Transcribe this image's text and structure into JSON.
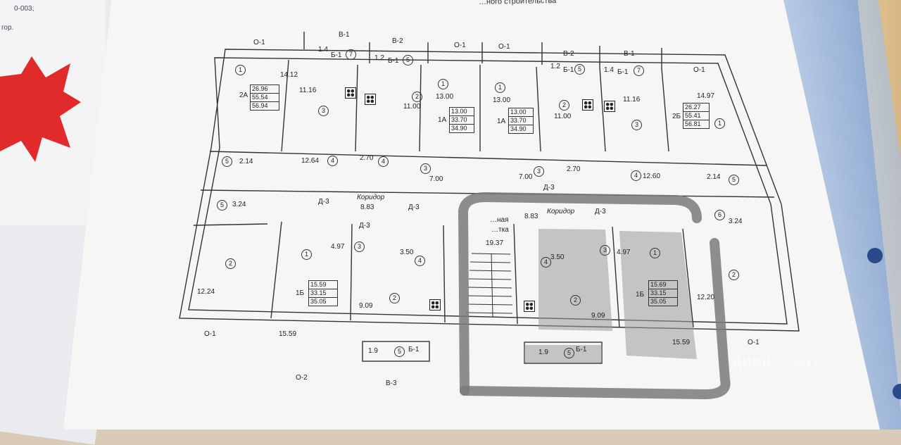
{
  "header": {
    "title": "…ного строительства"
  },
  "left_stack": {
    "note1": "0-003;",
    "note2": "гор."
  },
  "axes": {
    "top": [
      "О-1",
      "В-1",
      "В-2",
      "О-1",
      "О-1",
      "В-2",
      "В-1",
      "О-1"
    ],
    "bottom": [
      "О-1",
      "О-2",
      "В-3",
      "О-1"
    ]
  },
  "balconies": [
    {
      "area": "1.4",
      "code": "Б-1",
      "num": "7"
    },
    {
      "area": "1.2",
      "code": "Б-1",
      "num": "5"
    },
    {
      "area": "1.2",
      "code": "Б-1",
      "num": "5"
    },
    {
      "area": "1.4",
      "code": "Б-1",
      "num": "7"
    },
    {
      "area": "1.9",
      "code": "Б-1",
      "num": "5"
    },
    {
      "area": "1.9",
      "code": "Б-1",
      "num": "5"
    }
  ],
  "apartments": [
    {
      "type": "2А",
      "areas": [
        "26.96",
        "55.54",
        "56.94"
      ]
    },
    {
      "type": "1А",
      "areas": [
        "13.00",
        "33.70",
        "34.90"
      ]
    },
    {
      "type": "1А",
      "areas": [
        "13.00",
        "33.70",
        "34.90"
      ]
    },
    {
      "type": "2Б",
      "areas": [
        "26.27",
        "55.41",
        "56.81"
      ]
    },
    {
      "type": "1Б",
      "areas": [
        "15.59",
        "33.15",
        "35.05"
      ]
    },
    {
      "type": "1Б",
      "areas": [
        "15.69",
        "33.15",
        "35.05"
      ]
    }
  ],
  "rooms": {
    "r14_12": "14.12",
    "r11_16a": "11.16",
    "r11_00a": "11.00",
    "r13_00a": "13.00",
    "r13_00b": "13.00",
    "r11_00b": "11.00",
    "r11_16b": "11.16",
    "r14_97": "14.97",
    "r2_14a": "2.14",
    "r12_64": "12.64",
    "r2_70a": "2.70",
    "r7_00a": "7.00",
    "r7_00b": "7.00",
    "r2_70b": "2.70",
    "r12_60": "12.60",
    "r2_14b": "2.14",
    "r3_24a": "3.24",
    "r8_83a": "8.83",
    "r8_83b": "8.83",
    "r3_24b": "3.24",
    "r12_24": "12.24",
    "r4_97a": "4.97",
    "r3_50a": "3.50",
    "r9_09a": "9.09",
    "r19_37": "19.37",
    "r3_50b": "3.50",
    "r4_97b": "4.97",
    "r9_09b": "9.09",
    "r12_20": "12.20",
    "r15_59a": "15.59",
    "r15_59b": "15.59"
  },
  "corridor": {
    "label1": "Коридор",
    "label2": "Коридор",
    "stair1": "…ная",
    "stair2": "…тка"
  },
  "doors": [
    "Д-3",
    "Д-3",
    "Д-3",
    "Д-3",
    "Д-3"
  ],
  "room_numbers": [
    "1",
    "2",
    "3",
    "4",
    "5",
    "6"
  ],
  "watermark": "циан",
  "watermark_id": "…70517"
}
